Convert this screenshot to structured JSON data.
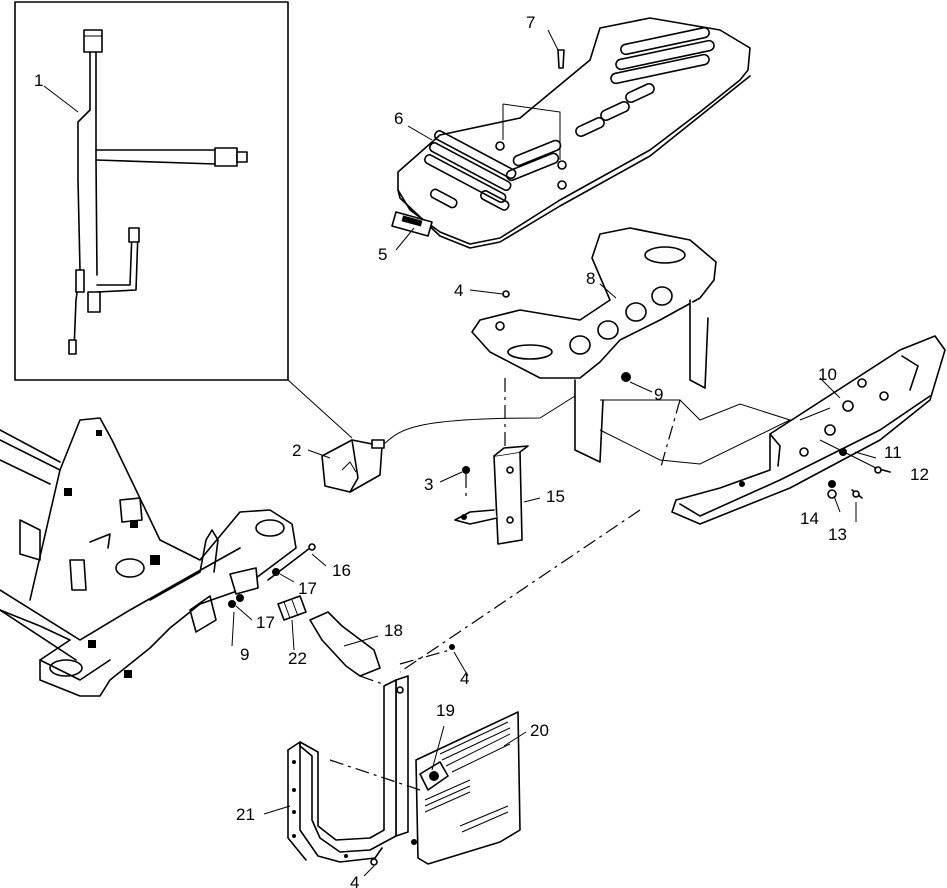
{
  "callouts": [
    {
      "id": "c1",
      "label": "1"
    },
    {
      "id": "c2",
      "label": "2"
    },
    {
      "id": "c3",
      "label": "3"
    },
    {
      "id": "c4a",
      "label": "4"
    },
    {
      "id": "c4b",
      "label": "4"
    },
    {
      "id": "c4c",
      "label": "4"
    },
    {
      "id": "c5",
      "label": "5"
    },
    {
      "id": "c6",
      "label": "6"
    },
    {
      "id": "c7",
      "label": "7"
    },
    {
      "id": "c8",
      "label": "8"
    },
    {
      "id": "c9a",
      "label": "9"
    },
    {
      "id": "c9b",
      "label": "9"
    },
    {
      "id": "c10",
      "label": "10"
    },
    {
      "id": "c11",
      "label": "11"
    },
    {
      "id": "c12",
      "label": "12"
    },
    {
      "id": "c13",
      "label": "13"
    },
    {
      "id": "c14",
      "label": "14"
    },
    {
      "id": "c15",
      "label": "15"
    },
    {
      "id": "c16",
      "label": "16"
    },
    {
      "id": "c17a",
      "label": "17"
    },
    {
      "id": "c17b",
      "label": "17"
    },
    {
      "id": "c18",
      "label": "18"
    },
    {
      "id": "c19",
      "label": "19"
    },
    {
      "id": "c20",
      "label": "20"
    },
    {
      "id": "c21",
      "label": "21"
    },
    {
      "id": "c22",
      "label": "22"
    }
  ]
}
